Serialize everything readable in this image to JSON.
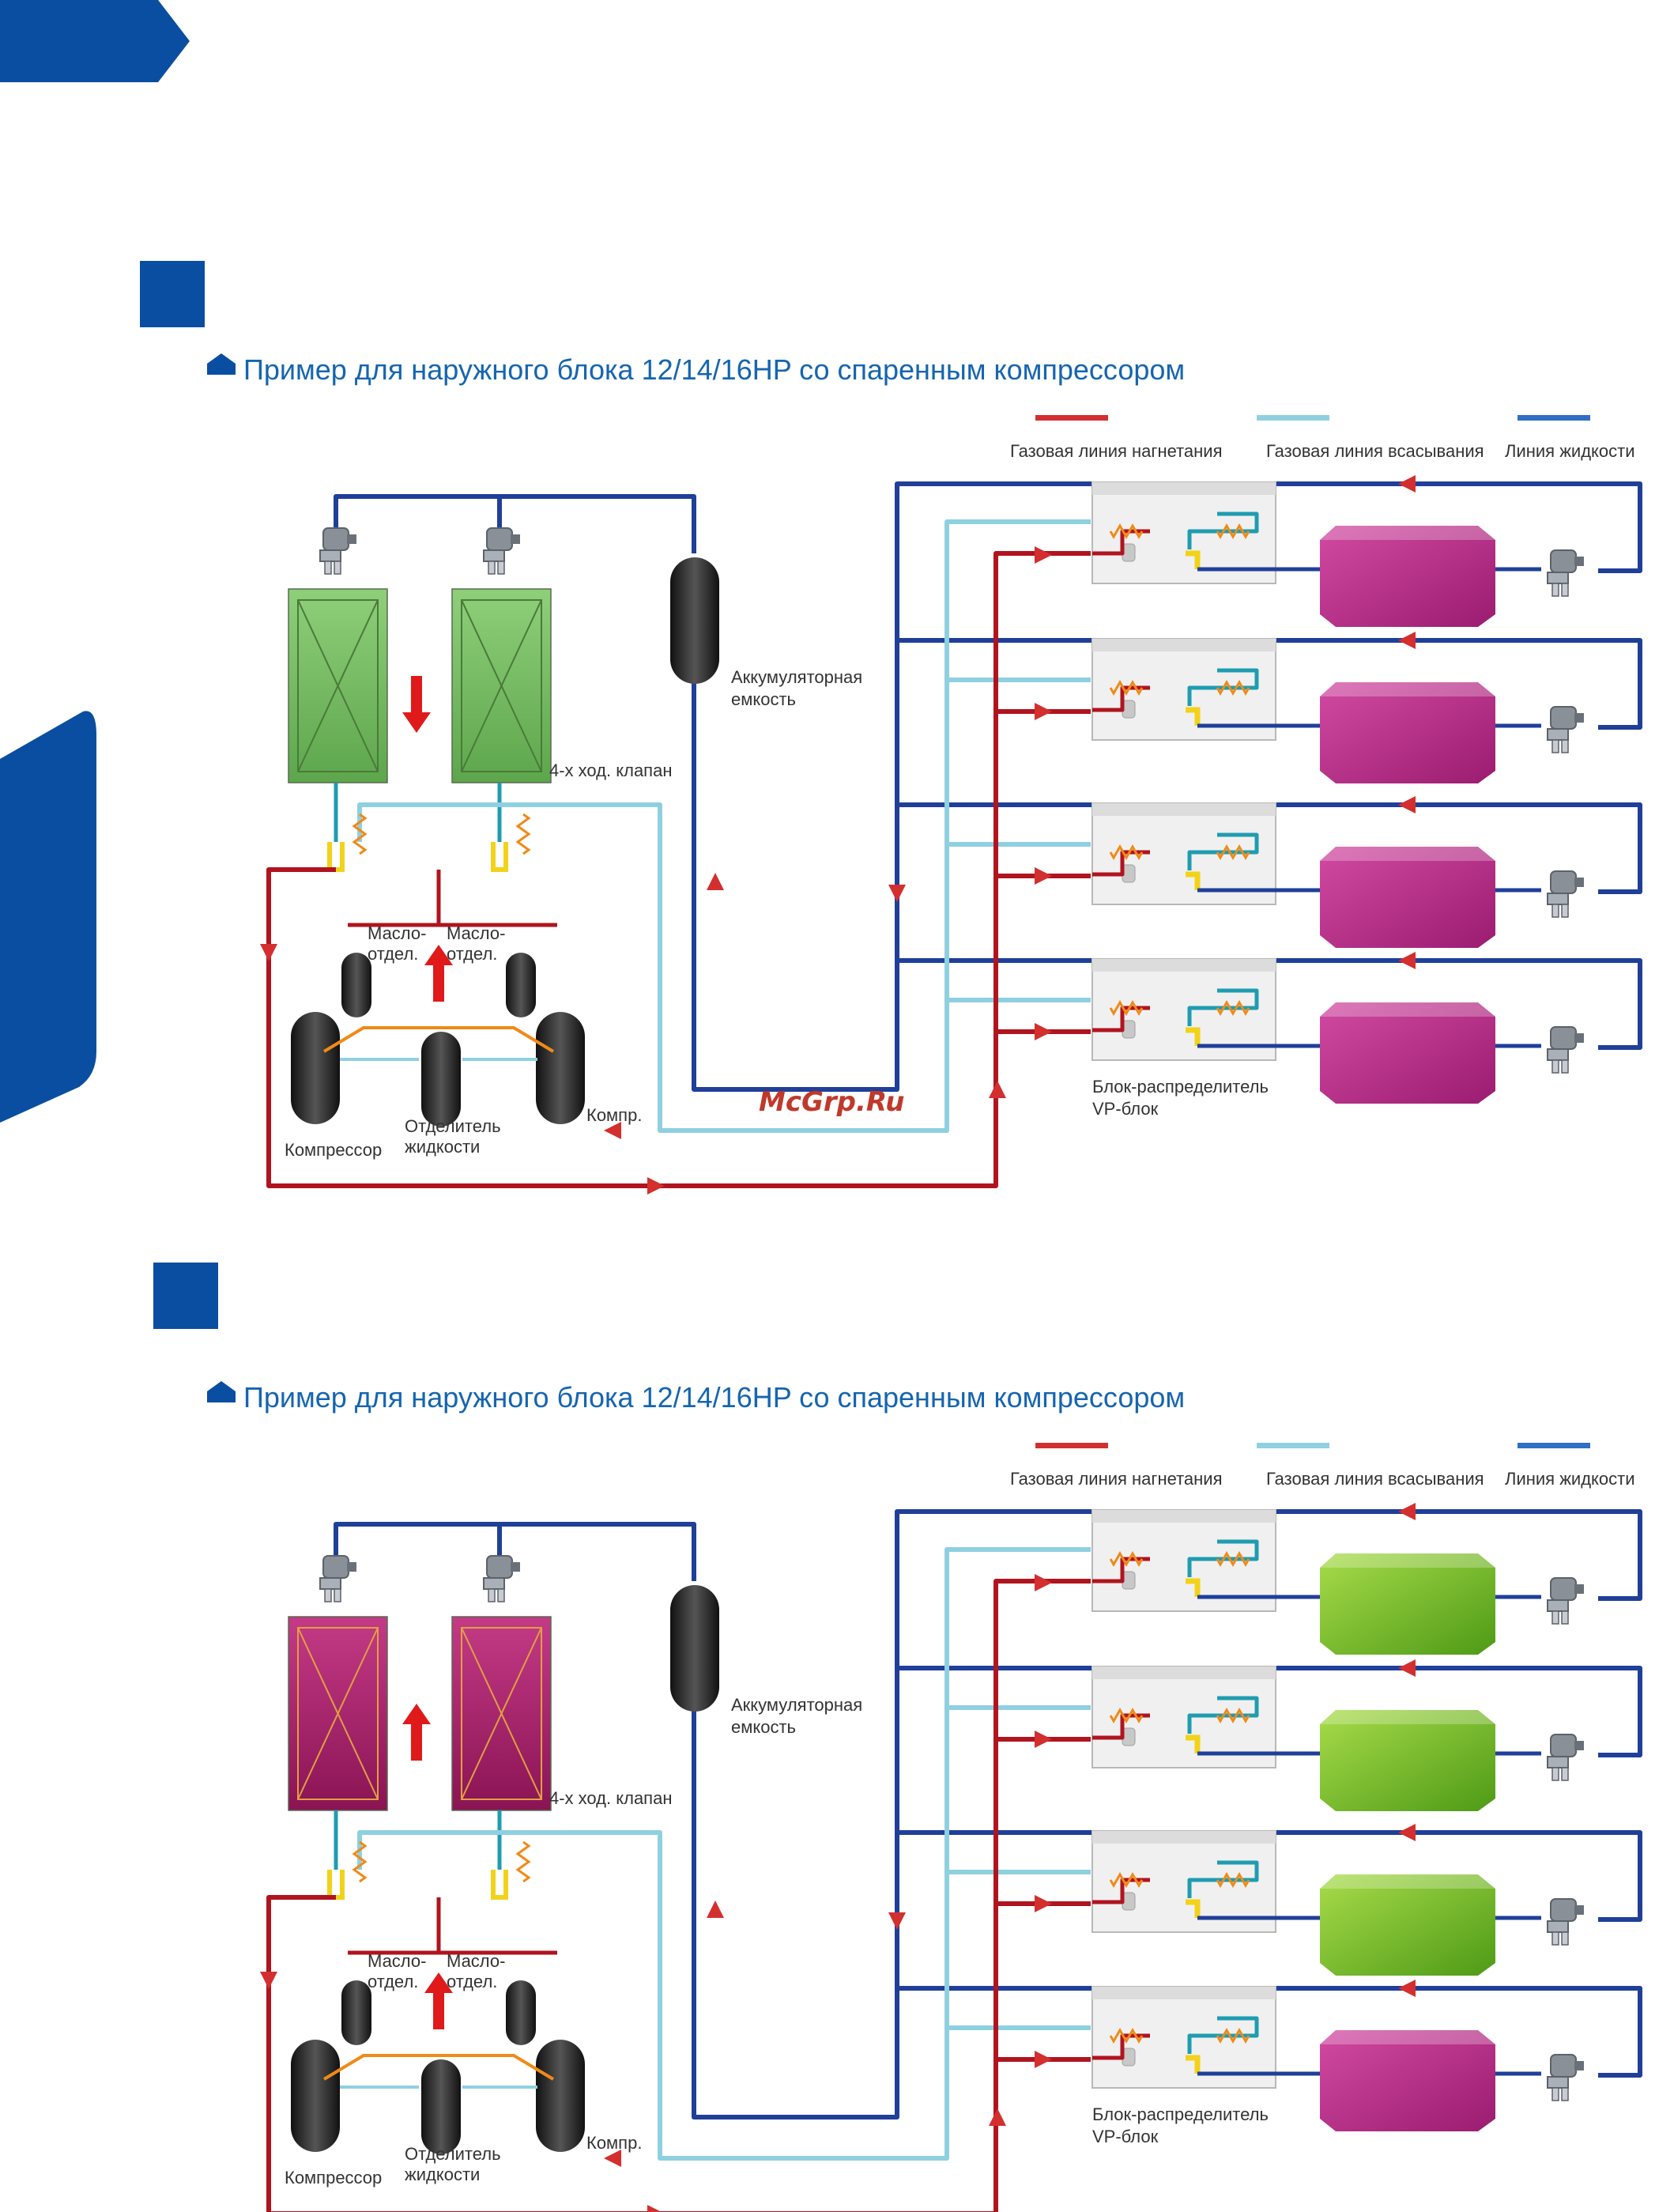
{
  "watermark": "McGrp.Ru",
  "diagrams": [
    {
      "title": "Пример для наружного блока 12/14/16HP со спаренным компрессором",
      "legend": [
        "Газовая линия нагнетания",
        "Газовая линия всасывания",
        "Линия жидкости"
      ],
      "labels": {
        "accumulator_1": "Аккумуляторная",
        "accumulator_2": "емкость",
        "valve4": "4-х ход. клапан",
        "oil_sep_l1": "Масло-",
        "oil_sep_l2": "отдел.",
        "oil_sep_r1": "Масло-",
        "oil_sep_r2": "отдел.",
        "compressor": "Компрессор",
        "compr": "Компр.",
        "liquid_sep_1": "Отделитель",
        "liquid_sep_2": "жидкости",
        "vp_1": "Блок-распределитель",
        "vp_2": "VP-блок"
      }
    },
    {
      "title": "Пример для наружного блока 12/14/16HP со спаренным компрессором",
      "legend": [
        "Газовая линия нагнетания",
        "Газовая линия всасывания",
        "Линия жидкости"
      ],
      "labels": {
        "accumulator_1": "Аккумуляторная",
        "accumulator_2": "емкость",
        "valve4": "4-х ход. клапан",
        "oil_sep_l1": "Масло-",
        "oil_sep_l2": "отдел.",
        "oil_sep_r1": "Масло-",
        "oil_sep_r2": "отдел.",
        "compressor": "Компрессор",
        "compr": "Компр.",
        "liquid_sep_1": "Отделитель",
        "liquid_sep_2": "жидкости",
        "vp_1": "Блок-распределитель",
        "vp_2": "VP-блок"
      }
    }
  ],
  "colors": {
    "brand_blue": "#0a4ea2",
    "discharge": "#d32f2f",
    "discharge_dark": "#b0141e",
    "suction": "#8fd0e0",
    "suction_dark": "#1f9cb0",
    "liquid": "#1f3f99",
    "hx_green": "#7dc06a",
    "hx_magenta": "#b0246f",
    "indoor_magenta": "#c2288a",
    "indoor_green": "#7cc22a"
  }
}
